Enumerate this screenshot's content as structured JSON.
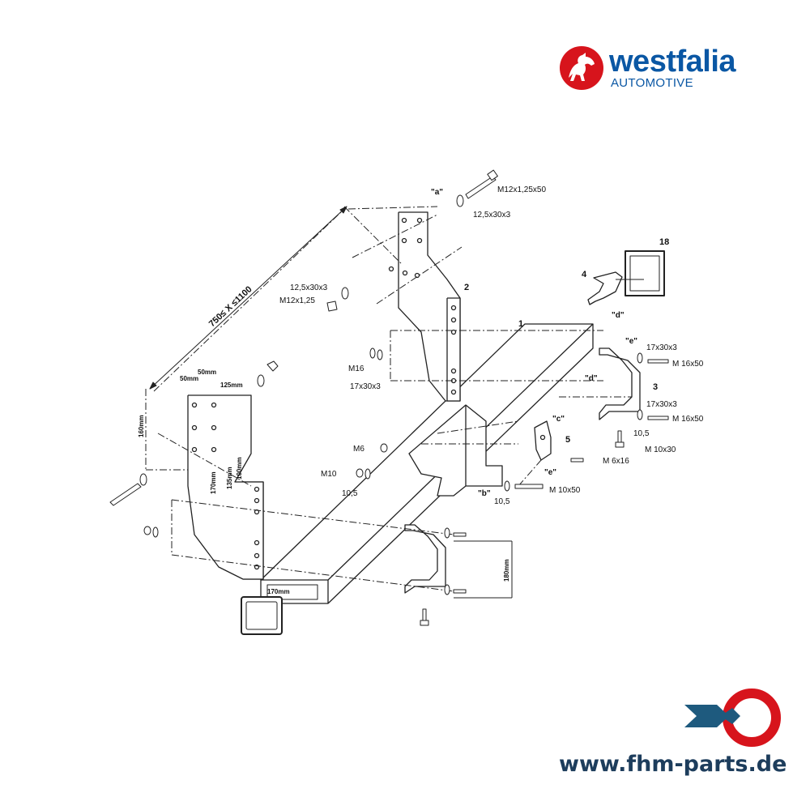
{
  "brand": {
    "name": "westfalia",
    "subtitle": "AUTOMOTIVE",
    "logo_color": "#d7141c",
    "text_color": "#0a57a4"
  },
  "footer": {
    "url": "www.fhm-parts.de",
    "logo_colors": [
      "#1e5a7e",
      "#d7141c"
    ]
  },
  "diagram": {
    "parts": [
      "1",
      "2",
      "3",
      "4",
      "5",
      "18"
    ],
    "refs": [
      "\"a\"",
      "\"b\"",
      "\"c\"",
      "\"d\"",
      "\"d\"",
      "\"e\"",
      "\"e\""
    ],
    "hardware": [
      "M12x1,25x50",
      "12,5x30x3",
      "12,5x30x3",
      "M12x1,25",
      "M16",
      "17x30x3",
      "17x30x3",
      "M 16x50",
      "17x30x3",
      "M 16x50",
      "10,5",
      "M 10x30",
      "M 6x16",
      "M 10x50",
      "10,5",
      "M6",
      "M10",
      "10,5"
    ],
    "dimensions": [
      "750≤ X ≤1100",
      "50mm",
      "50mm",
      "125mm",
      "160mm",
      "170mm",
      "135mm",
      "100mm",
      "180mm",
      "170mm"
    ]
  }
}
